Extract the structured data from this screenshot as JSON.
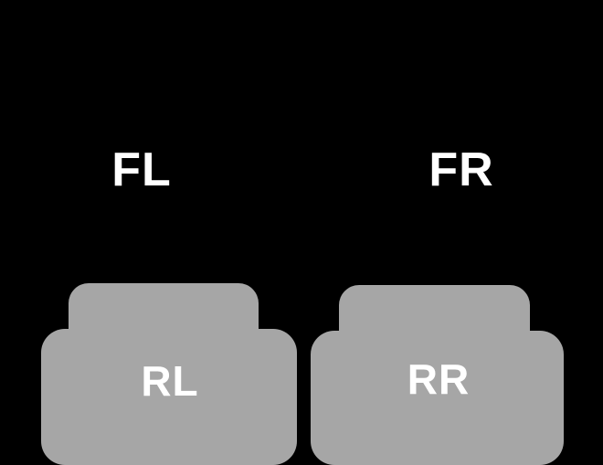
{
  "labels": {
    "front_left": "FL",
    "front_right": "FR",
    "rear_left": "RL",
    "rear_right": "RR"
  },
  "colors": {
    "background": "#000000",
    "mat": "#a6a6a6",
    "text": "#ffffff"
  }
}
